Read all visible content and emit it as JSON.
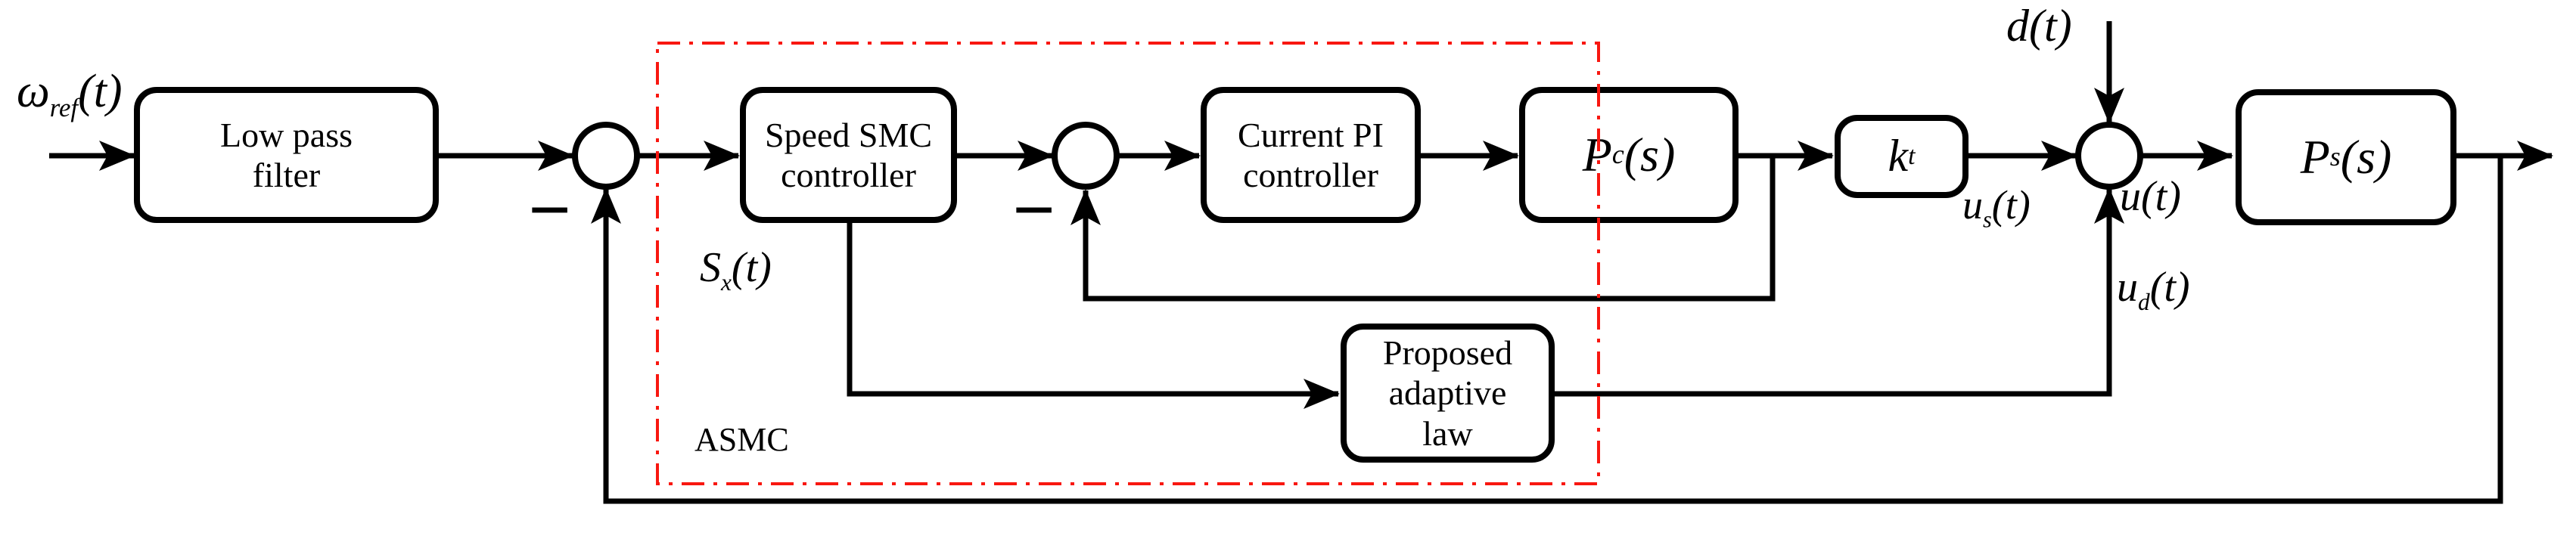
{
  "diagram": {
    "title": "ASMC speed control block diagram",
    "blocks": {
      "low_pass_filter": {
        "label": "Low pass\nfilter"
      },
      "speed_smc": {
        "label": "Speed SMC\ncontroller"
      },
      "current_pi": {
        "label": "Current PI\ncontroller"
      },
      "current_plant": {
        "base": "P",
        "sub": "c",
        "arg": "(s)"
      },
      "torque_gain": {
        "base": "k",
        "sub": "t"
      },
      "speed_plant": {
        "base": "P",
        "sub": "s",
        "arg": "(s)"
      },
      "adaptive_law": {
        "label": "Proposed\nadaptive\nlaw"
      }
    },
    "signals": {
      "omega_ref": {
        "base": "ω",
        "sub": "ref",
        "arg": "(t)"
      },
      "sliding_surface": {
        "base": "S",
        "sub": "x",
        "arg": "(t)"
      },
      "disturbance": {
        "base": "d",
        "arg": "(t)"
      },
      "u_smc": {
        "base": "u",
        "sub": "s",
        "arg": "(t)"
      },
      "u_total": {
        "base": "u",
        "arg": "(t)"
      },
      "u_adaptive": {
        "base": "u",
        "sub": "d",
        "arg": "(t)"
      }
    },
    "annotations": {
      "region_label": "ASMC",
      "minus_speed": "−",
      "minus_current": "−"
    },
    "colors": {
      "wire": "#000000",
      "dashed_box": "#f81710",
      "background": "#ffffff"
    }
  }
}
